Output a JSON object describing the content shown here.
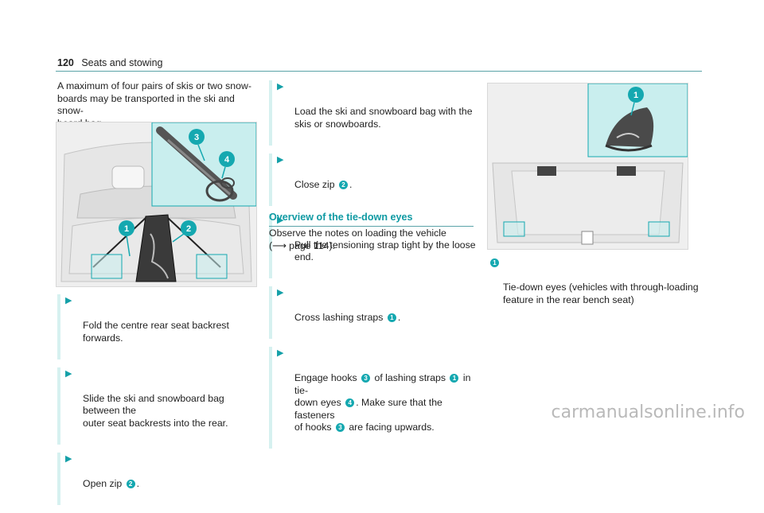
{
  "header": {
    "page_number": "120",
    "title": "Seats and stowing"
  },
  "column1": {
    "intro": "A maximum of four pairs of skis or two snow-\nboards may be transported in the ski and snow-\nboard bag.",
    "steps": [
      "Fold the centre rear seat backrest forwards.",
      "Slide the ski and snowboard bag between the\nouter seat backrests into the rear.",
      "Open zip"
    ],
    "step3_badge": "2",
    "step3_tail": "."
  },
  "column2": {
    "step1": "Load the ski and snowboard bag with the\nskis or snowboards.",
    "step2": {
      "text": "Close zip",
      "badge": "2",
      "tail": "."
    },
    "step3": "Pull the tensioning strap tight by the loose\nend.",
    "step4": {
      "text": "Cross lashing straps",
      "badge": "1",
      "tail": "."
    },
    "step5": {
      "a": "Engage hooks",
      "b1": "3",
      "c": "of lashing straps",
      "b2": "1",
      "d": "in tie-\ndown eyes",
      "b3": "4",
      "e": ". Make sure that the fasteners\nof hooks",
      "b4": "3",
      "f": "are facing upwards."
    },
    "section_title": "Overview of the tie-down eyes",
    "section_body": "Observe the notes on loading the vehicle\n(⟶ page 114)."
  },
  "figure1": {
    "callouts": [
      "1",
      "2",
      "3",
      "4"
    ]
  },
  "figure2": {
    "callouts": [
      "1"
    ]
  },
  "caption": {
    "badge": "1",
    "text": "Tie-down eyes (vehicles with through-loading\nfeature in the rear bench seat)"
  },
  "footer": {
    "watermark": "carmanualsonline.info"
  },
  "colors": {
    "accent": "#15a8b0",
    "callout_bg": "#c9eeee",
    "rule": "#5aa3a8"
  },
  "icons": {
    "step_marker": "play-arrow-icon",
    "callout": "numbered-circle-icon"
  }
}
